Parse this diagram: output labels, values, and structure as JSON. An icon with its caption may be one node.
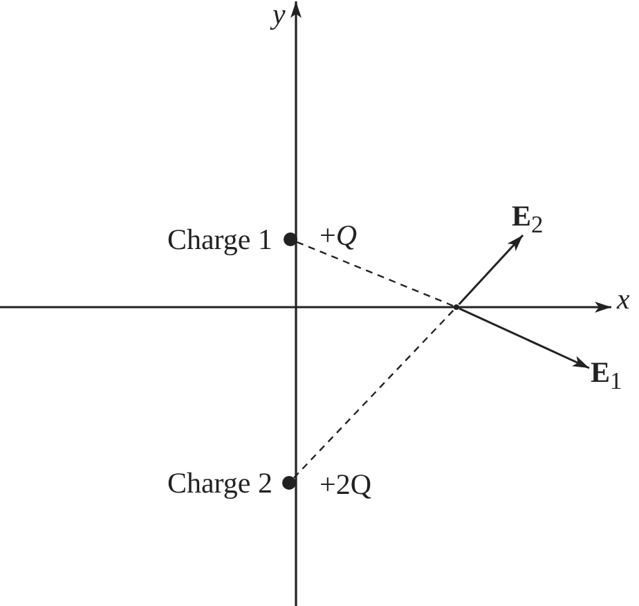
{
  "diagram": {
    "nodes": [
      {
        "text": [],
        "shape": "circle",
        "beside": [
          "Charge 1",
          "+*Q*"
        ]
      },
      {
        "text": [],
        "shape": "circle",
        "beside": [
          "Charge 2",
          "+2Q"
        ]
      },
      {
        "text": [],
        "shape": "point"
      },
      {
        "text": [
          "**E**$_{2}$"
        ]
      },
      {
        "text": [
          "**E**$_{1}$"
        ]
      }
    ],
    "edges": [
      {
        "from": 0,
        "to": 2,
        "arrow": "none",
        "style": "dashed"
      },
      {
        "from": 1,
        "to": 2,
        "arrow": "none",
        "style": "dashed"
      },
      {
        "from": 2,
        "to": 3,
        "arrow": "to"
      },
      {
        "from": 2,
        "to": 4,
        "arrow": "to"
      }
    ],
    "labels": [
      "y",
      "x"
    ]
  }
}
